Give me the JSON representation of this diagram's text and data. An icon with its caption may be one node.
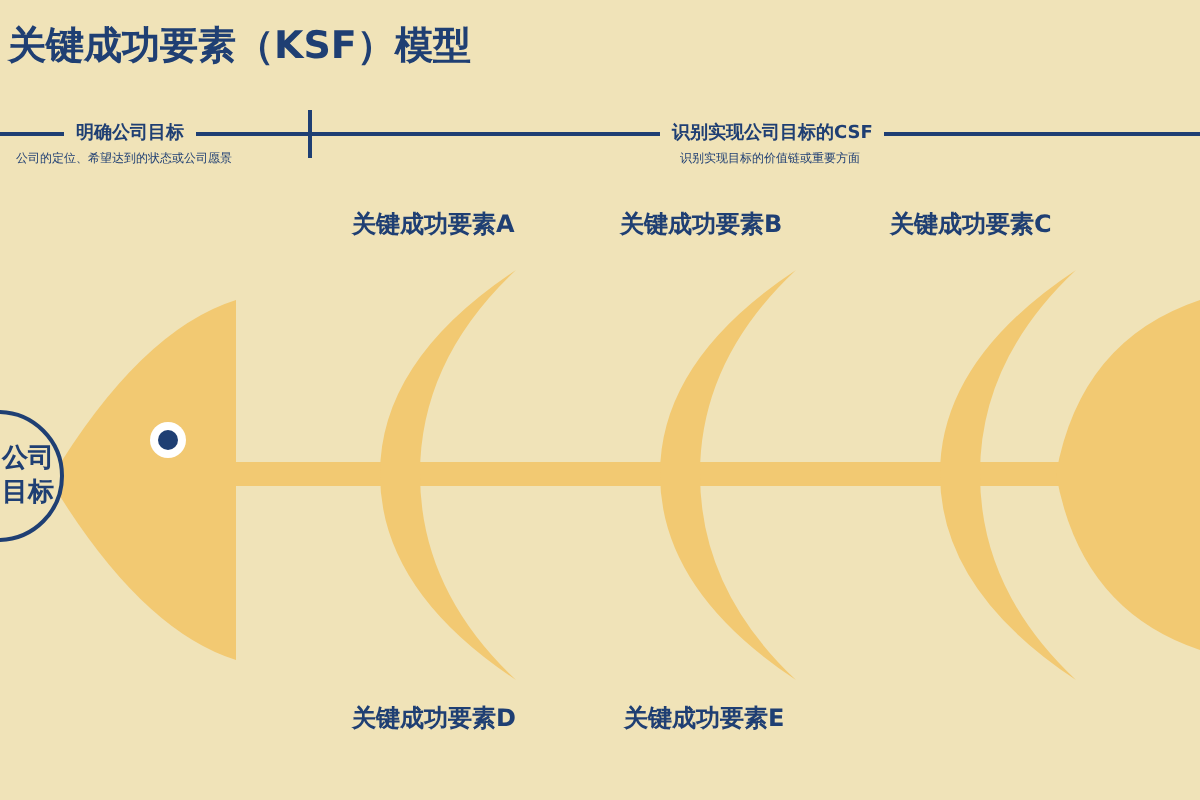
{
  "diagram": {
    "title": "关键成功要素（KSF）模型",
    "nodes": [
      {
        "text": [
          "公司目标"
        ]
      }
    ],
    "labels": [
      "明确公司目标",
      "公司的定位、希望达到的状态或公司愿景",
      "识别实现公司目标的CSF",
      "识别实现目标的价值链或重要方面",
      "关键成功要素A",
      "关键成功要素B",
      "关键成功要素C",
      "关键成功要素D",
      "关键成功要素E"
    ]
  }
}
